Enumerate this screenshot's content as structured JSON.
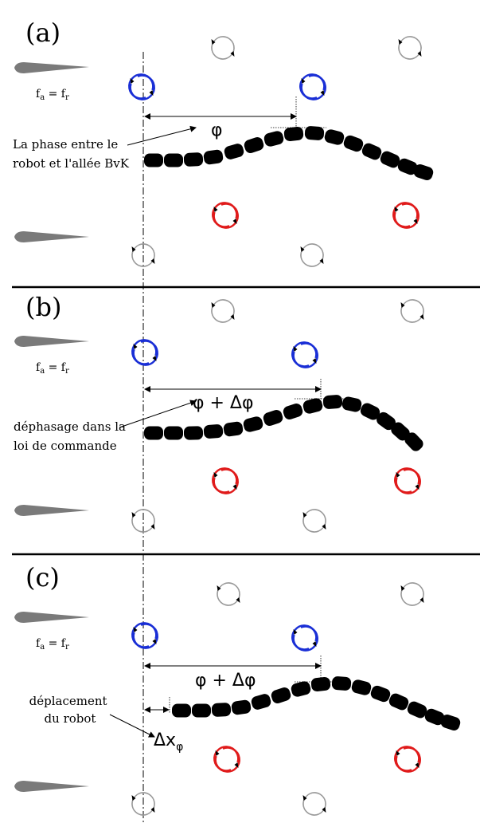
{
  "panels": [
    {
      "id": "a",
      "label": "(a)",
      "freq": {
        "main": "f",
        "sub_a": "a",
        "eq": " = f",
        "sub_r": "r"
      },
      "phase_label": "φ",
      "annotation": [
        "La phase entre le",
        "robot et l'allée BvK"
      ]
    },
    {
      "id": "b",
      "label": "(b)",
      "freq": {
        "main": "f",
        "sub_a": "a",
        "eq": " = f",
        "sub_r": "r"
      },
      "phase_label": "φ + Δφ",
      "annotation": [
        "déphasage dans la",
        "loi de commande"
      ]
    },
    {
      "id": "c",
      "label": "(c)",
      "freq": {
        "main": "f",
        "sub_a": "a",
        "eq": " = f",
        "sub_r": "r"
      },
      "phase_label": "φ + Δφ",
      "annotation": [
        "déplacement",
        "du robot"
      ],
      "shift_label": {
        "main": "Δx",
        "sub": "φ"
      }
    }
  ],
  "colors": {
    "vortex_top_row": "#1a2fd6",
    "vortex_bottom_row": "#e01b1b",
    "vortex_faint": "#9a9a9a",
    "foil": "#7a7a7a",
    "robot": "#000000",
    "separator": "#000000"
  },
  "icons": [
    "hydrofoil-icon",
    "vortex-icon",
    "robot-segment-icon"
  ]
}
